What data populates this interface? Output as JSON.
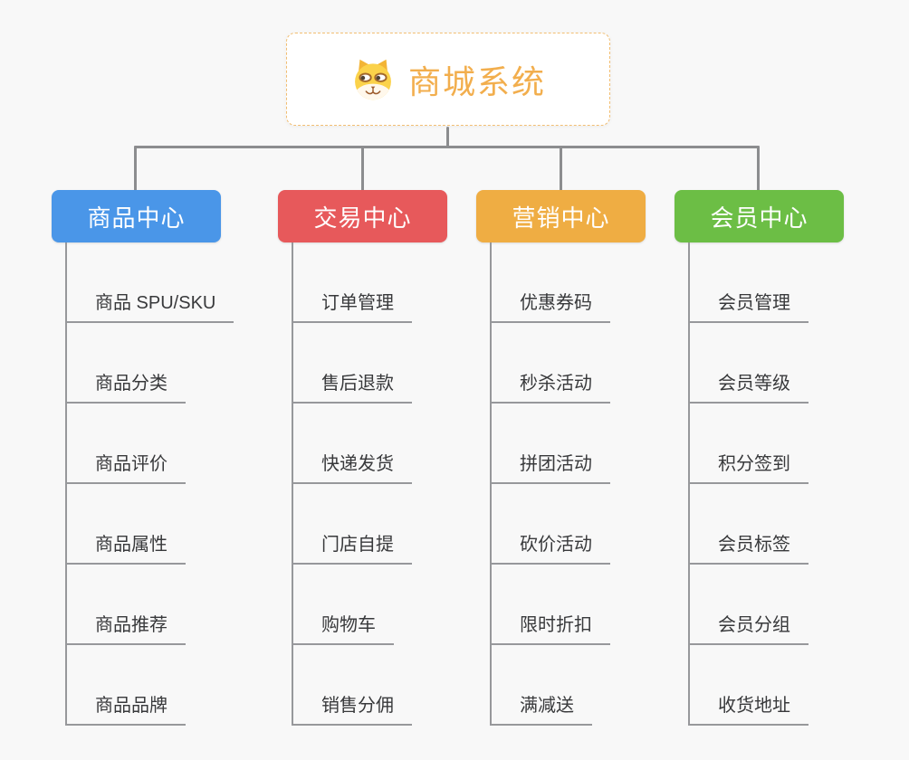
{
  "root": {
    "title": "商城系统",
    "icon": "dog-face-icon",
    "accent_color": "#F2AE4D",
    "border_color": "#F2BE72"
  },
  "connector_color": "#8C8D8F",
  "leaf_line_color": "#97989B",
  "branches": [
    {
      "label": "商品中心",
      "color": "#4A96E8",
      "items": [
        "商品 SPU/SKU",
        "商品分类",
        "商品评价",
        "商品属性",
        "商品推荐",
        "商品品牌"
      ]
    },
    {
      "label": "交易中心",
      "color": "#E7595B",
      "items": [
        "订单管理",
        "售后退款",
        "快递发货",
        "门店自提",
        "购物车",
        "销售分佣"
      ]
    },
    {
      "label": "营销中心",
      "color": "#EFAD43",
      "items": [
        "优惠券码",
        "秒杀活动",
        "拼团活动",
        "砍价活动",
        "限时折扣",
        "满减送"
      ]
    },
    {
      "label": "会员中心",
      "color": "#6CBE45",
      "items": [
        "会员管理",
        "会员等级",
        "积分签到",
        "会员标签",
        "会员分组",
        "收货地址"
      ]
    }
  ]
}
